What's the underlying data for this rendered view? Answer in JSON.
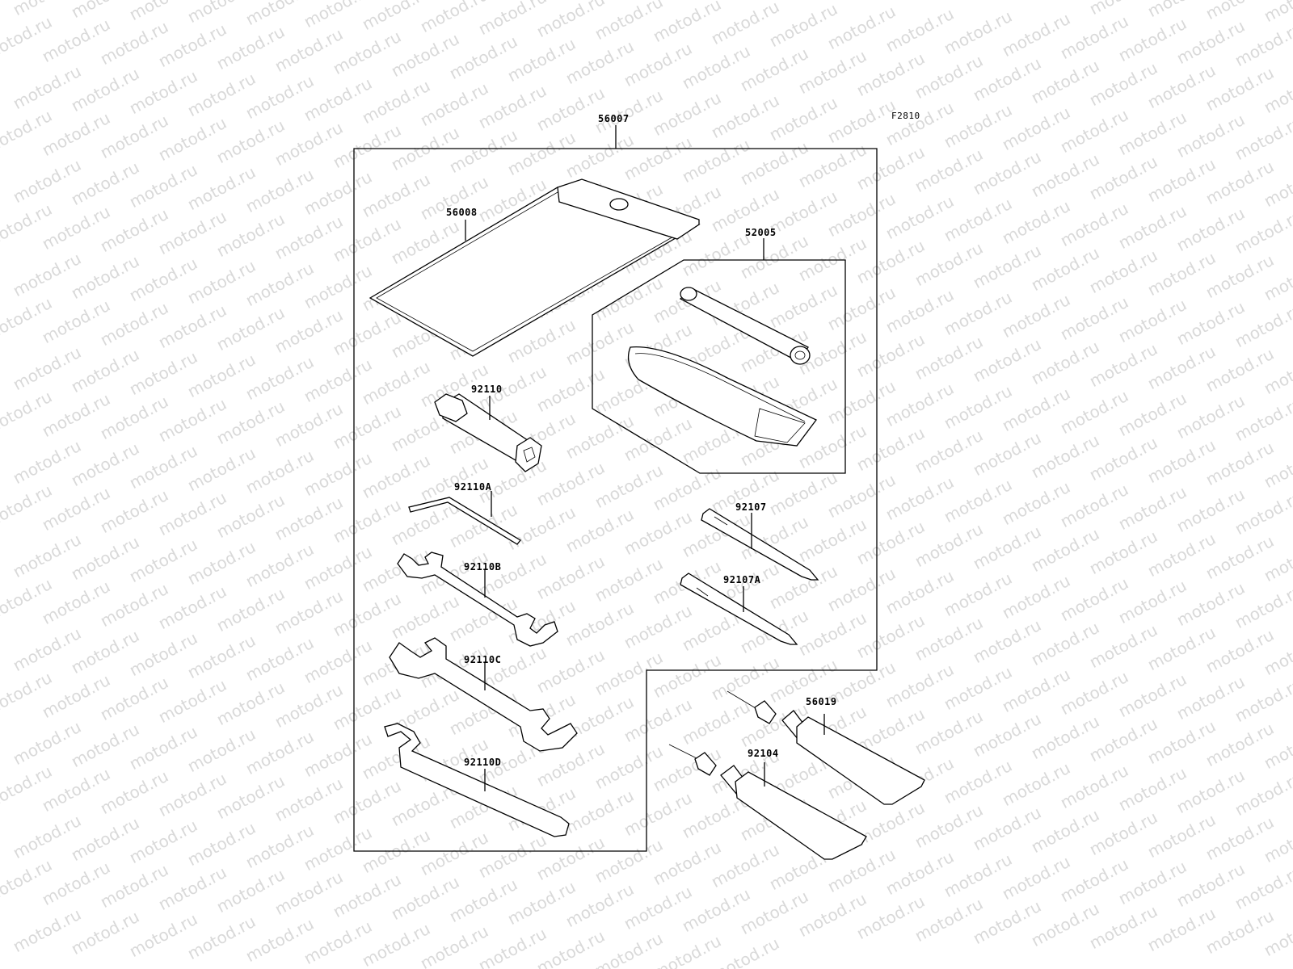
{
  "figure_code": "F2810",
  "watermark_text": "motod.ru",
  "parts": {
    "kit": "56007",
    "tool_bag": "56008",
    "tire_repair_kit": "52005",
    "plug_wrench": "92110",
    "hex_wrench": "92110A",
    "wrench_b": "92110B",
    "wrench_c": "92110C",
    "spanner_d": "92110D",
    "screwdriver": "92107",
    "screwdriver_a": "92107A",
    "tube_56019": "56019",
    "tube_92104": "92104"
  },
  "colors": {
    "line": "#000000",
    "watermark": "#d9d9d9",
    "background": "#ffffff"
  }
}
